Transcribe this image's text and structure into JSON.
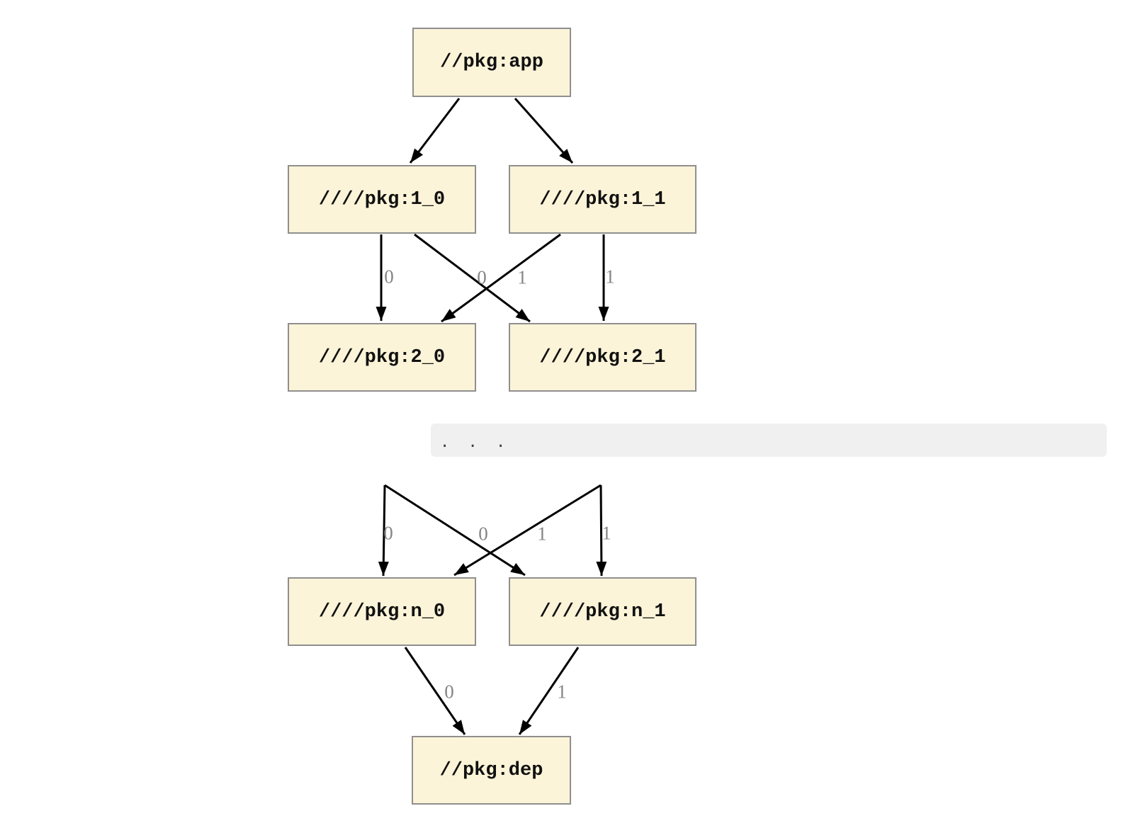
{
  "diagram": {
    "type": "dependency-graph",
    "nodes": [
      {
        "id": "app",
        "label": "//pkg:app"
      },
      {
        "id": "1_0",
        "label": "////pkg:1_0"
      },
      {
        "id": "1_1",
        "label": "////pkg:1_1"
      },
      {
        "id": "2_0",
        "label": "////pkg:2_0"
      },
      {
        "id": "2_1",
        "label": "////pkg:2_1"
      },
      {
        "id": "n_0",
        "label": "////pkg:n_0"
      },
      {
        "id": "n_1",
        "label": "////pkg:n_1"
      },
      {
        "id": "dep",
        "label": "//pkg:dep"
      }
    ],
    "edges": [
      {
        "from": "app",
        "to": "1_0",
        "label": ""
      },
      {
        "from": "app",
        "to": "1_1",
        "label": ""
      },
      {
        "from": "1_0",
        "to": "2_0",
        "label": "0"
      },
      {
        "from": "1_0",
        "to": "2_1",
        "label": "1"
      },
      {
        "from": "1_1",
        "to": "2_0",
        "label": "0"
      },
      {
        "from": "1_1",
        "to": "2_1",
        "label": "1"
      },
      {
        "from": "...",
        "to": "n_0",
        "label": "0"
      },
      {
        "from": "...",
        "to": "n_1",
        "label": "1"
      },
      {
        "from": "...",
        "to": "n_0",
        "label": "0"
      },
      {
        "from": "...",
        "to": "n_1",
        "label": "1"
      },
      {
        "from": "n_0",
        "to": "dep",
        "label": "0"
      },
      {
        "from": "n_1",
        "to": "dep",
        "label": "1"
      }
    ],
    "ellipsis": ". . .",
    "colors": {
      "node_fill": "#fcf4d8",
      "node_border": "#8f8f8f",
      "edge": "#000000",
      "edge_label": "#858585",
      "ellipsis_band_bg": "#f0f0f0",
      "ellipsis_dots": "#3d3d3d",
      "background": "#ffffff"
    }
  }
}
